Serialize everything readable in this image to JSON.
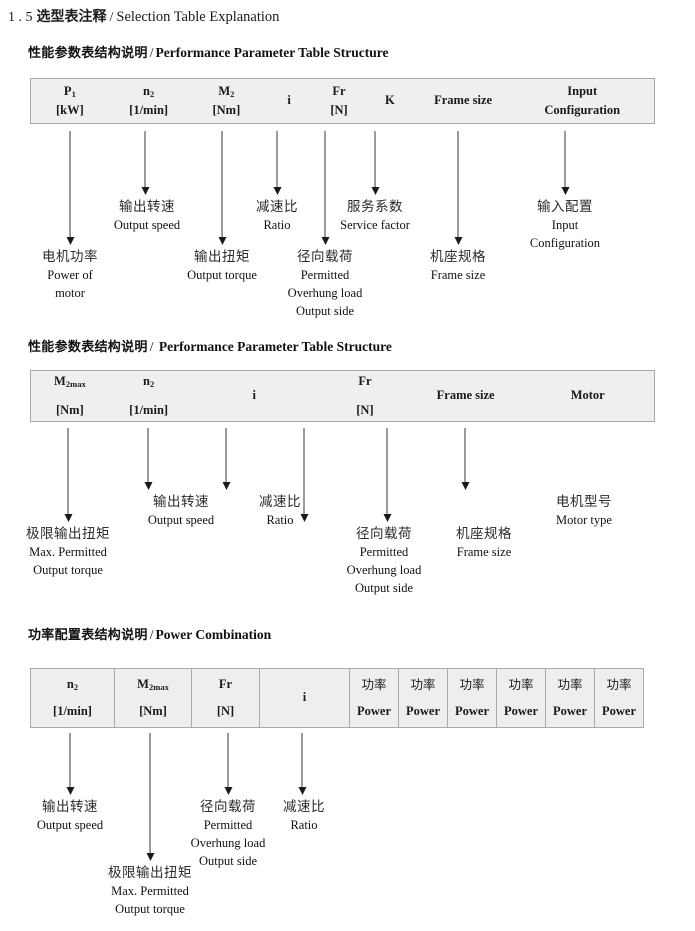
{
  "document": {
    "number": "1 . 5",
    "title_cn": "选型表注释",
    "separator": "/",
    "title_en": "Selection Table Explanation"
  },
  "sections": [
    {
      "id": "performance-parameter-1",
      "heading": {
        "cn": "性能参数表结构说明",
        "sep": "/",
        "en": "Performance Parameter Table Structure"
      },
      "table": {
        "ruled": false,
        "columns": [
          {
            "name": "p1",
            "symbol": "P",
            "sub": "1",
            "unit": "[kW]"
          },
          {
            "name": "n2",
            "symbol": "n",
            "sub": "2",
            "unit": "[1/min]"
          },
          {
            "name": "m2",
            "symbol": "M",
            "sub": "2",
            "unit": "[Nm]"
          },
          {
            "name": "i",
            "symbol": "i",
            "sub": "",
            "unit": ""
          },
          {
            "name": "fr",
            "symbol": "Fr",
            "sub": "",
            "unit": "[N]"
          },
          {
            "name": "k",
            "symbol": "K",
            "sub": "",
            "unit": ""
          },
          {
            "name": "frame-size",
            "symbol": "Frame size",
            "sub": "",
            "unit": ""
          },
          {
            "name": "input-configuration",
            "symbol": "Input",
            "sub": "",
            "unit": "Configuration"
          }
        ]
      },
      "labels": [
        {
          "name": "power-of-motor",
          "cn": "电机功率",
          "en": [
            "Power of",
            "motor"
          ]
        },
        {
          "name": "output-speed",
          "cn": "输出转速",
          "en": [
            "Output speed"
          ]
        },
        {
          "name": "output-torque",
          "cn": "输出扭矩",
          "en": [
            "Output torque"
          ]
        },
        {
          "name": "ratio",
          "cn": "减速比",
          "en": [
            "Ratio"
          ]
        },
        {
          "name": "permitted-overhung-load",
          "cn": "径向载荷",
          "en": [
            "Permitted",
            "Overhung load",
            "Output side"
          ]
        },
        {
          "name": "service-factor",
          "cn": "服务系数",
          "en": [
            "Service factor"
          ]
        },
        {
          "name": "frame-size",
          "cn": "机座规格",
          "en": [
            "Frame size"
          ]
        },
        {
          "name": "input-configuration",
          "cn": "输入配置",
          "en": [
            "Input",
            "Configuration"
          ]
        }
      ]
    },
    {
      "id": "performance-parameter-2",
      "heading": {
        "cn": "性能参数表结构说明",
        "sep": "/",
        "en": "Performance Parameter Table Structure"
      },
      "table": {
        "ruled": false,
        "columns": [
          {
            "name": "m2max",
            "symbol": "M",
            "sub": "2max",
            "unit": "[Nm]"
          },
          {
            "name": "n2",
            "symbol": "n",
            "sub": "2",
            "unit": "[1/min]"
          },
          {
            "name": "i",
            "symbol": "i",
            "sub": "",
            "unit": ""
          },
          {
            "name": "fr",
            "symbol": "Fr",
            "sub": "",
            "unit": "[N]"
          },
          {
            "name": "frame-size",
            "symbol": "Frame size",
            "sub": "",
            "unit": ""
          },
          {
            "name": "motor",
            "symbol": "Motor",
            "sub": "",
            "unit": ""
          }
        ]
      },
      "labels": [
        {
          "name": "max-permitted-output-torque",
          "cn": "极限输出扭矩",
          "en": [
            "Max. Permitted",
            "Output  torque"
          ]
        },
        {
          "name": "output-speed",
          "cn": "输出转速",
          "en": [
            "Output speed"
          ]
        },
        {
          "name": "ratio",
          "cn": "减速比",
          "en": [
            "Ratio"
          ]
        },
        {
          "name": "permitted-overhung-load",
          "cn": "径向载荷",
          "en": [
            "Permitted",
            "Overhung load",
            "Output side"
          ]
        },
        {
          "name": "frame-size",
          "cn": "机座规格",
          "en": [
            "Frame size"
          ]
        },
        {
          "name": "motor-type",
          "cn": "电机型号",
          "en": [
            "Motor type"
          ]
        }
      ]
    },
    {
      "id": "power-combination",
      "heading": {
        "cn": "功率配置表结构说明",
        "sep": "/",
        "en": "Power Combination"
      },
      "table": {
        "ruled": true,
        "columns": [
          {
            "name": "n2",
            "symbol": "n",
            "sub": "2",
            "unit": "[1/min]"
          },
          {
            "name": "m2max",
            "symbol": "M",
            "sub": "2max",
            "unit": "[Nm]"
          },
          {
            "name": "fr",
            "symbol": "Fr",
            "sub": "",
            "unit": "[N]"
          },
          {
            "name": "i",
            "symbol": "i",
            "sub": "",
            "unit": ""
          },
          {
            "name": "power-1",
            "symbol_cn": "功率",
            "symbol": "",
            "sub": "",
            "unit": "Power"
          },
          {
            "name": "power-2",
            "symbol_cn": "功率",
            "symbol": "",
            "sub": "",
            "unit": "Power"
          },
          {
            "name": "power-3",
            "symbol_cn": "功率",
            "symbol": "",
            "sub": "",
            "unit": "Power"
          },
          {
            "name": "power-4",
            "symbol_cn": "功率",
            "symbol": "",
            "sub": "",
            "unit": "Power"
          },
          {
            "name": "power-5",
            "symbol_cn": "功率",
            "symbol": "",
            "sub": "",
            "unit": "Power"
          },
          {
            "name": "power-6",
            "symbol_cn": "功率",
            "symbol": "",
            "sub": "",
            "unit": "Power"
          }
        ]
      },
      "labels": [
        {
          "name": "output-speed",
          "cn": "输出转速",
          "en": [
            "Output speed"
          ]
        },
        {
          "name": "max-permitted-output-torque",
          "cn": "极限输出扭矩",
          "en": [
            "Max. Permitted",
            "Output  torque"
          ]
        },
        {
          "name": "permitted-overhung-load",
          "cn": "径向载荷",
          "en": [
            "Permitted",
            "Overhung load",
            "Output side"
          ]
        },
        {
          "name": "ratio",
          "cn": "减速比",
          "en": [
            "Ratio"
          ]
        }
      ]
    }
  ],
  "colors": {
    "table_fill": "#eeeeee",
    "table_border": "#a9a9a9",
    "arrow": "#1a1a1a",
    "text": "#1a1a1a"
  }
}
